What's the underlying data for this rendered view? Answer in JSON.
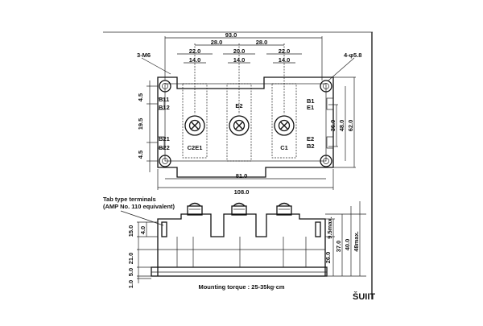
{
  "top_view": {
    "dim_overall": "93.0",
    "dim_pitch_left": "28.0",
    "dim_pitch_right": "28.0",
    "dim_22_left": "22.0",
    "dim_14_left": "14.0",
    "dim_20_center": "20.0",
    "dim_14_center": "14.0",
    "dim_22_right": "22.0",
    "dim_14_right": "14.0",
    "dim_81": "81.0",
    "dim_108": "108.0",
    "dim_4_5_top": "4.5",
    "dim_19_5": "19.5",
    "dim_4_5_bottom": "4.5",
    "dim_36": "36.0",
    "dim_48": "48.0",
    "dim_62": "62.0",
    "screw_label": "3-M6",
    "hole_label": "4-φ5.8",
    "terminals": {
      "b11": "B11",
      "b12": "B12",
      "b21": "B21",
      "b22": "B22",
      "c2e1": "C2E1",
      "e2": "E2",
      "c1": "C1",
      "b1": "B1",
      "e1": "E1",
      "e2_right": "E2",
      "b2": "B2"
    }
  },
  "side_view": {
    "tab_note_line1": "Tab type terminals",
    "tab_note_line2": "(AMP No. 110 equivalent)",
    "dim_15": "15.0",
    "dim_4": "4.0",
    "dim_21": "21.0",
    "dim_5": "5.0",
    "dim_1": "1.0",
    "dim_26": "26.0",
    "dim_9_5max": "9.5max.",
    "dim_37": "37.0",
    "dim_40": "40.0",
    "dim_48max": "48max.",
    "torque_note": "Mounting torque : 25-35kg·cm"
  },
  "corner_text": "ŠUIIT"
}
